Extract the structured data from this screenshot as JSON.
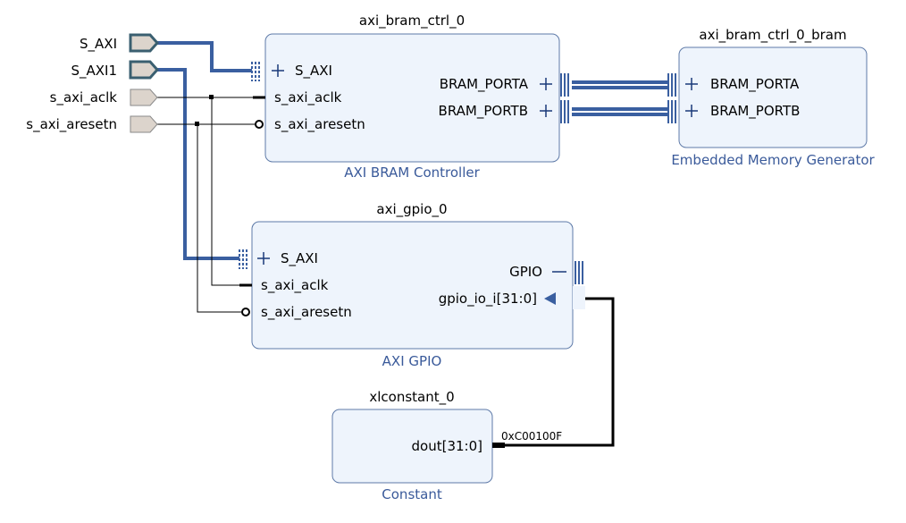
{
  "ports": [
    {
      "label": "S_AXI"
    },
    {
      "label": "S_AXI1"
    },
    {
      "label": "s_axi_aclk"
    },
    {
      "label": "s_axi_aresetn"
    }
  ],
  "blocks": {
    "bram_ctrl": {
      "instance": "axi_bram_ctrl_0",
      "type": "AXI BRAM Controller",
      "pins_left": [
        "S_AXI",
        "s_axi_aclk",
        "s_axi_aresetn"
      ],
      "pins_right": [
        "BRAM_PORTA",
        "BRAM_PORTB"
      ]
    },
    "bram": {
      "instance": "axi_bram_ctrl_0_bram",
      "type": "Embedded Memory Generator",
      "pins_left": [
        "BRAM_PORTA",
        "BRAM_PORTB"
      ]
    },
    "gpio": {
      "instance": "axi_gpio_0",
      "type": "AXI GPIO",
      "pins_left": [
        "S_AXI",
        "s_axi_aclk",
        "s_axi_aresetn"
      ],
      "pins_right": [
        "GPIO",
        "gpio_io_i[31:0]"
      ]
    },
    "constant": {
      "instance": "xlconstant_0",
      "type": "Constant",
      "pin": "dout[31:0]",
      "value": "0xC00100F"
    }
  },
  "colors": {
    "bus": "#3a5fa0",
    "block_fill": "#eef4fc",
    "block_stroke": "#5e7aa8",
    "port_fill": "#dcd4cc",
    "subtitle": "#3a5a9a"
  }
}
